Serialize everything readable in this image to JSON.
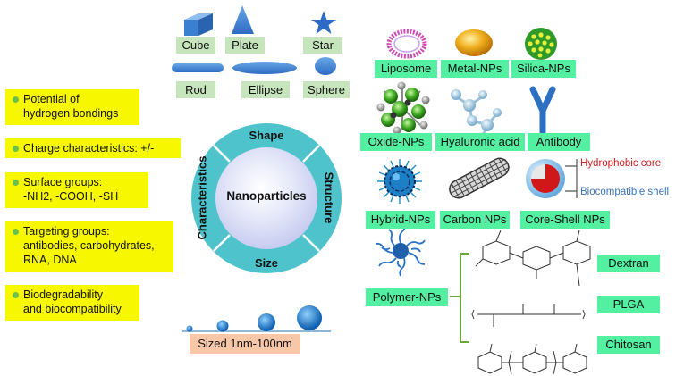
{
  "properties": [
    {
      "line1": "Potential of",
      "line2": "hydrogen bondings"
    },
    {
      "line1": "Charge characteristics: +/-",
      "line2": ""
    },
    {
      "line1": "Surface groups:",
      "line2": "-NH2, -COOH, -SH"
    },
    {
      "line1": "Targeting groups:",
      "line2": "antibodies, carbohydrates,",
      "line3": "RNA, DNA"
    },
    {
      "line1": "Biodegradability",
      "line2": "and biocompatibility"
    }
  ],
  "shapes": {
    "cube": "Cube",
    "plate": "Plate",
    "star": "Star",
    "rod": "Rod",
    "ellipse": "Ellipse",
    "sphere": "Sphere"
  },
  "circle": {
    "center": "Nanoparticles",
    "top": "Shape",
    "right": "Structure",
    "bottom": "Size",
    "left": "Characteristics"
  },
  "size_label": "Sized 1nm-100nm",
  "types": {
    "liposome": "Liposome",
    "metal": "Metal-NPs",
    "silica": "Silica-NPs",
    "oxide": "Oxide-NPs",
    "hyaluronic": "Hyaluronic acid",
    "antibody": "Antibody",
    "hybrid": "Hybrid-NPs",
    "carbon": "Carbon NPs",
    "coreshell": "Core-Shell NPs",
    "polymer": "Polymer-NPs",
    "dextran": "Dextran",
    "plga": "PLGA",
    "chitosan": "Chitosan"
  },
  "coreshell_labels": {
    "core": "Hydrophobic core",
    "shell": "Biocompatible shell"
  },
  "colors": {
    "yellow": "#f7f700",
    "green_label": "#54f0a2",
    "shape_label": "#c7e5bd",
    "ring": "#4fc3cc",
    "core_label": "#d31f1f",
    "shell_label": "#3a75b8"
  }
}
